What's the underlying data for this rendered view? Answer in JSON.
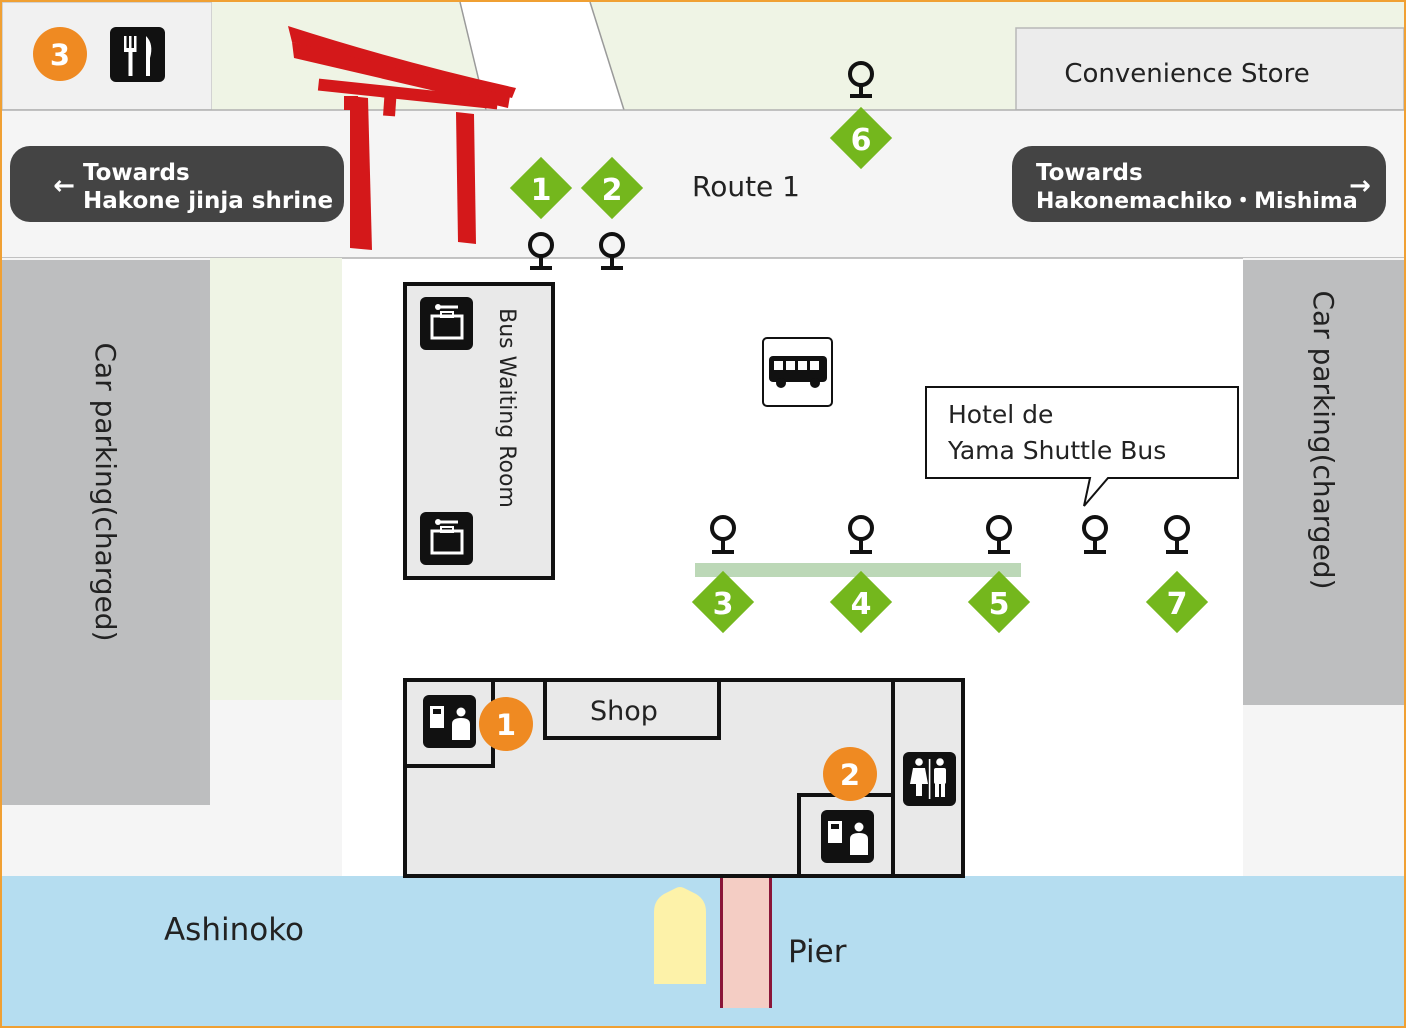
{
  "colors": {
    "frame": "#f0a033",
    "road": "#f5f5f5",
    "parking": "#bdbebf",
    "green_area": "#eff4e5",
    "lake": "#b5ddf0",
    "pier": "#f4cdc4",
    "pier_edge": "#8a1538",
    "building": "#e9e9e9",
    "torii": "#d4181a",
    "stop_badge": "#74b71d",
    "orange_badge": "#ef8a22",
    "dark_sign": "#444444",
    "boat": "#fdf2a9",
    "platform": "#bcd8b7"
  },
  "top_left": {
    "number": "3",
    "icon": "restaurant-icon"
  },
  "labels": {
    "convenience_store": "Convenience Store",
    "route": "Route 1",
    "towards_left_line1": "Towards",
    "towards_left_line2": "Hakone jinja shrine",
    "towards_right_line1": "Towards",
    "towards_right_line2": "Hakonemachiko・Mishima",
    "arrow_left": "←",
    "arrow_right": "→",
    "car_parking_left": "Car parking(charged)",
    "car_parking_right": "Car parking(charged)",
    "bus_waiting_room": "Bus Waiting Room",
    "hotel_line1": "Hotel de",
    "hotel_line2": "Yama Shuttle Bus",
    "shop": "Shop",
    "lake": "Ashinoko",
    "pier": "Pier"
  },
  "bus_stops": [
    "1",
    "2",
    "3",
    "4",
    "5",
    "6",
    "7"
  ],
  "ticket_counters": [
    "1",
    "2"
  ],
  "icons": {
    "bus": "bus-icon",
    "locker": "coin-locker-icon",
    "ticket": "ticket-counter-icon",
    "restroom": "restroom-icon",
    "torii": "torii-gate-icon",
    "boat": "boat-icon",
    "stop_pin": "bus-stop-pin-icon"
  }
}
